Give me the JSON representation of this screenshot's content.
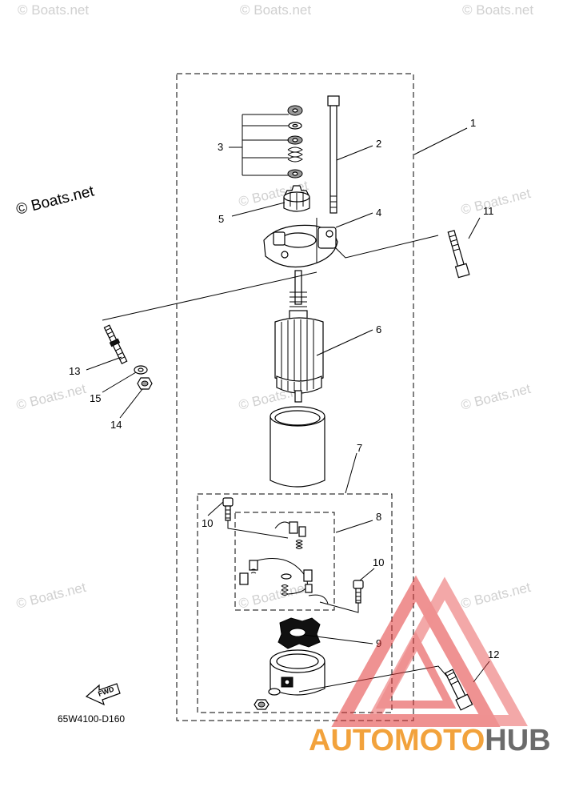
{
  "watermarks": {
    "text": "© Boats.net",
    "main_copyright": "© Boats.net"
  },
  "callouts": {
    "p1": "1",
    "p2": "2",
    "p3": "3",
    "p4": "4",
    "p5": "5",
    "p6": "6",
    "p7": "7",
    "p8": "8",
    "p9": "9",
    "p10a": "10",
    "p10b": "10",
    "p11": "11",
    "p12": "12",
    "p13": "13",
    "p14": "14",
    "p15": "15"
  },
  "fwd_label": "FWD",
  "diagram_code": "65W4100-D160",
  "brand": {
    "part1": "AUTO",
    "part2": "MOTO",
    "part3": "HUB",
    "color_orange": "#f2a23c",
    "color_grey": "#6b6b6b",
    "color_red": "#e23a3a"
  }
}
